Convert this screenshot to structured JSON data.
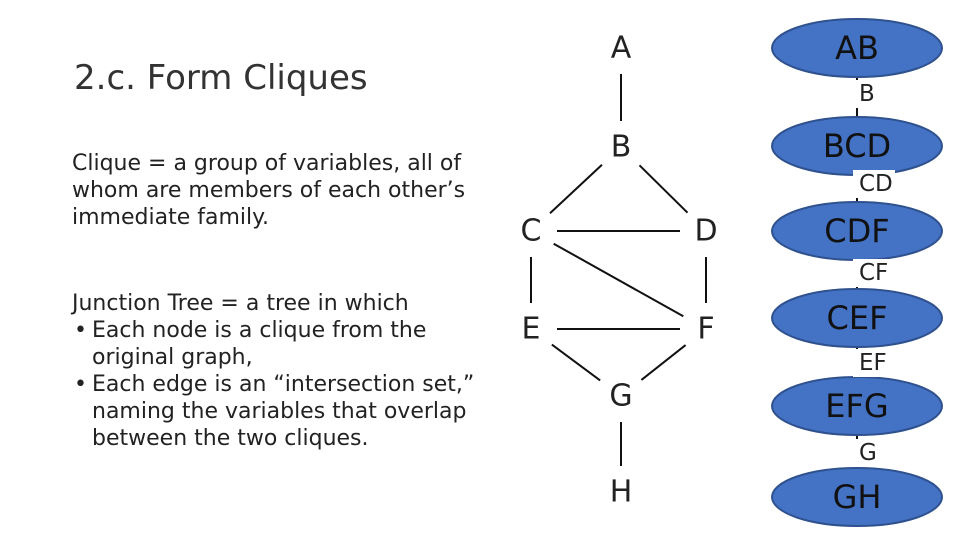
{
  "title": "2.c. Form Cliques",
  "definition": "Clique = a group of variables, all of whom are members of each other’s immediate family.",
  "junction_tree": {
    "heading": "Junction Tree = a tree in which",
    "bullets": [
      "Each node is a clique from the original graph,",
      "Each edge is an “intersection set,” naming the variables that overlap between the two cliques."
    ]
  },
  "graph": {
    "nodes": [
      "A",
      "B",
      "C",
      "D",
      "E",
      "F",
      "G",
      "H"
    ],
    "edges": [
      [
        "A",
        "B"
      ],
      [
        "B",
        "C"
      ],
      [
        "B",
        "D"
      ],
      [
        "C",
        "D"
      ],
      [
        "C",
        "E"
      ],
      [
        "C",
        "F"
      ],
      [
        "D",
        "F"
      ],
      [
        "E",
        "F"
      ],
      [
        "E",
        "G"
      ],
      [
        "F",
        "G"
      ],
      [
        "G",
        "H"
      ]
    ]
  },
  "junction": {
    "cliques": [
      "AB",
      "BCD",
      "CDF",
      "CEF",
      "EFG",
      "GH"
    ],
    "separators": [
      "B",
      "CD",
      "CF",
      "EF",
      "G"
    ]
  },
  "colors": {
    "clique_fill": "#4472c4",
    "clique_stroke": "#2f528f",
    "graph_line": "#111111"
  }
}
